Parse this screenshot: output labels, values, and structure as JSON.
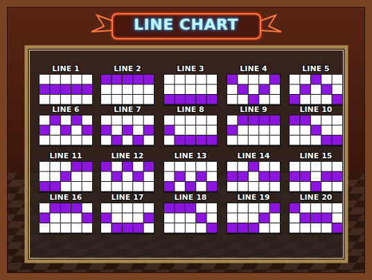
{
  "diagram": {
    "title": "LINE CHART",
    "nodes": [
      {
        "text": [
          "LINE 1"
        ]
      },
      {
        "text": [
          "LINE 2"
        ]
      },
      {
        "text": [
          "LINE 3"
        ]
      },
      {
        "text": [
          "LINE 4"
        ]
      },
      {
        "text": [
          "LINE 5"
        ]
      },
      {
        "text": [
          "LINE 6"
        ]
      },
      {
        "text": [
          "LINE 7"
        ]
      },
      {
        "text": [
          "LINE 8"
        ]
      },
      {
        "text": [
          "LINE 9"
        ]
      },
      {
        "text": [
          "LINE 10"
        ]
      },
      {
        "text": [
          "LINE 11"
        ]
      },
      {
        "text": [
          "LINE 12"
        ]
      },
      {
        "text": [
          "LINE 13"
        ]
      },
      {
        "text": [
          "LINE 14"
        ]
      },
      {
        "text": [
          "LINE 15"
        ]
      },
      {
        "text": [
          "LINE 16"
        ]
      },
      {
        "text": [
          "LINE 17"
        ]
      },
      {
        "text": [
          "LINE 18"
        ]
      },
      {
        "text": [
          "LINE 19"
        ]
      },
      {
        "text": [
          "LINE 20"
        ]
      }
    ]
  }
}
